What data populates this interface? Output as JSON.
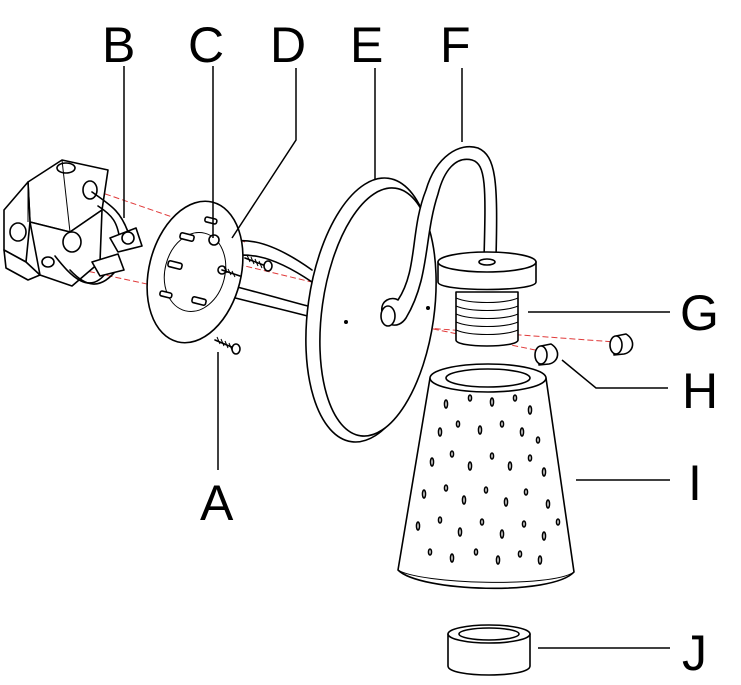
{
  "callouts": {
    "A": "A",
    "B": "B",
    "C": "C",
    "D": "D",
    "E": "E",
    "F": "F",
    "G": "G",
    "H": "H",
    "I": "I",
    "J": "J"
  },
  "colors": {
    "line": "#000000",
    "alignment_guide": "#e03a3a",
    "background": "#ffffff"
  }
}
